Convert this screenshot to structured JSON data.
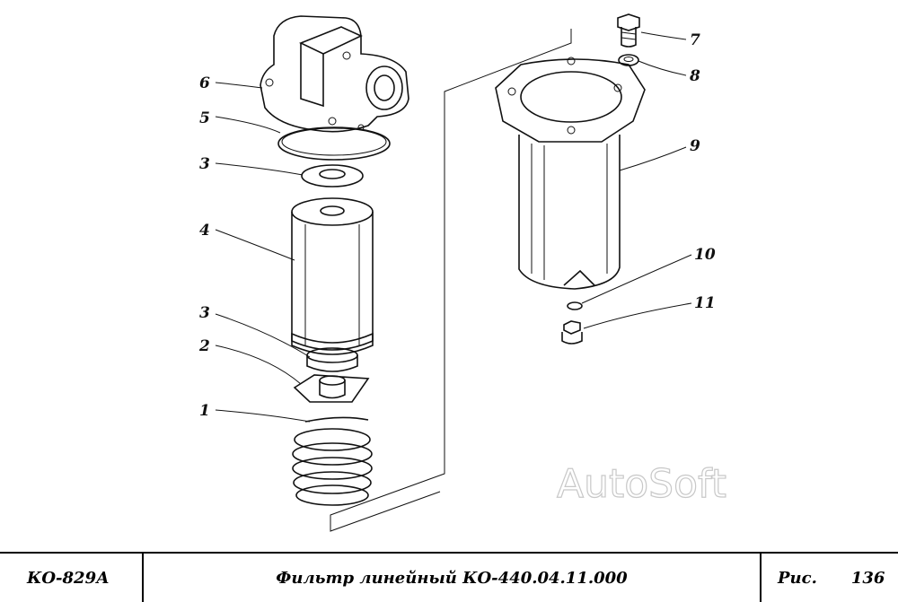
{
  "callouts": [
    {
      "label": "1"
    },
    {
      "label": "2"
    },
    {
      "label": "3"
    },
    {
      "label": "4"
    },
    {
      "label": "3"
    },
    {
      "label": "5"
    },
    {
      "label": "6"
    },
    {
      "label": "7"
    },
    {
      "label": "8"
    },
    {
      "label": "9"
    },
    {
      "label": "10"
    },
    {
      "label": "11"
    }
  ],
  "watermark": "AutoSoft",
  "title_block": {
    "model": "КО-829А",
    "title": "Фильтр линейный КО-440.04.11.000",
    "fig_label": "Рис.",
    "fig_number": "136"
  }
}
